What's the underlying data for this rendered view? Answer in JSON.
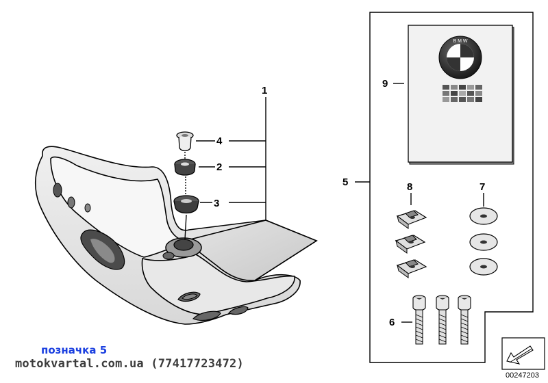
{
  "callouts": {
    "c1": "1",
    "c2": "2",
    "c3": "3",
    "c4": "4",
    "c5": "5",
    "c6": "6",
    "c7": "7",
    "c8": "8",
    "c9": "9"
  },
  "footer": {
    "label": "позначка 5",
    "site": "motokvartal.com.ua (77417723472)",
    "diagram_number": "00247203"
  },
  "icons": {
    "manual_logo": "bmw-logo-icon",
    "nav_arrow": "navigation-arrow-icon"
  },
  "colors": {
    "footer_label": "#1a3fe0",
    "footer_site": "#3c3c3c",
    "lines": "#000000"
  }
}
